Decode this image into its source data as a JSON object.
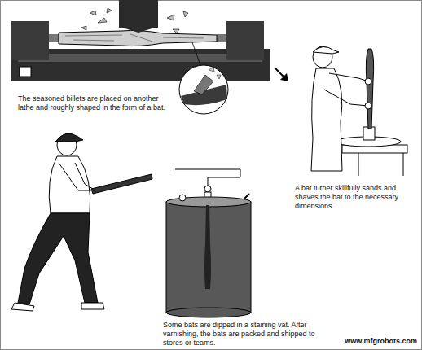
{
  "diagram": {
    "labels": [
      "The seasoned billets are placed on another lathe and roughly shaped in the form of a bat.",
      "A bat turner skillfully sands and shaves the bat to the necessary dimensions.",
      "Some bats are dipped in a staining vat. After varnishing, the bats are packed and shipped to stores or teams.",
      "www.mfgrobots.com"
    ]
  }
}
